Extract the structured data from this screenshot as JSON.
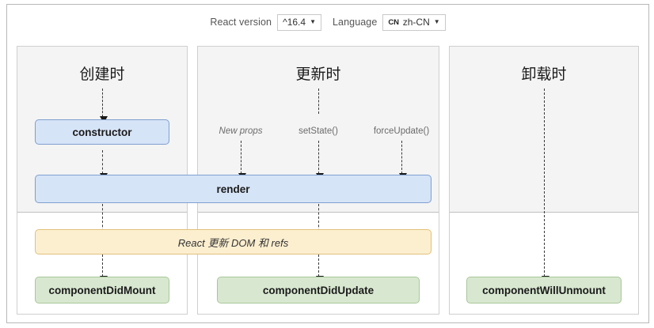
{
  "toolbar": {
    "react_version_label": "React version",
    "react_version_value": "^16.4",
    "language_label": "Language",
    "language_flag": "CN",
    "language_value": "zh-CN",
    "caret": "▼"
  },
  "columns": [
    {
      "id": "mounting",
      "title": "创建时",
      "nodes": [
        {
          "name": "constructor",
          "label": "constructor",
          "color": "#d6e4f7"
        },
        {
          "name": "component-did-mount",
          "label": "componentDidMount",
          "color": "#d8e8d0"
        }
      ]
    },
    {
      "id": "updating",
      "title": "更新时",
      "triggers": [
        {
          "name": "new-props",
          "label": "New props",
          "italic": true
        },
        {
          "name": "set-state",
          "label": "setState()",
          "italic": false
        },
        {
          "name": "force-update",
          "label": "forceUpdate()",
          "italic": false
        }
      ],
      "nodes": [
        {
          "name": "component-did-update",
          "label": "componentDidUpdate",
          "color": "#d8e8d0"
        }
      ]
    },
    {
      "id": "unmounting",
      "title": "卸载时",
      "nodes": [
        {
          "name": "component-will-unmount",
          "label": "componentWillUnmount",
          "color": "#d8e8d0"
        }
      ]
    }
  ],
  "shared_nodes": {
    "render": {
      "label": "render",
      "color": "#d6e4f7"
    },
    "commit": {
      "label": "React 更新 DOM 和 refs",
      "color": "#fcefd0"
    }
  }
}
